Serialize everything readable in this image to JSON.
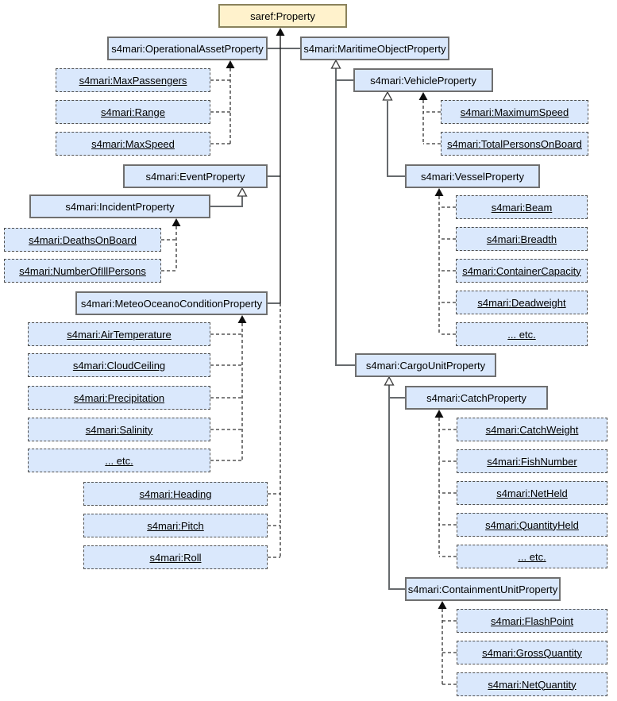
{
  "diagram": {
    "root_label": "saref:Property",
    "colors": {
      "class_fill": "#dae8fc",
      "class_border": "#6f6f6f",
      "root_fill": "#fff2cc",
      "root_border": "#8a825c",
      "instance_border": "#4f4f4f",
      "subclass_edge": "#666a6d",
      "instance_edge": "#333333"
    },
    "nodes": [
      {
        "id": "saref_Property",
        "label": "saref:Property",
        "kind": "root"
      },
      {
        "id": "OperationalAssetProperty",
        "label": "s4mari:OperationalAssetProperty",
        "kind": "cls"
      },
      {
        "id": "MaxPassengers",
        "label": "s4mari:MaxPassengers",
        "kind": "inst"
      },
      {
        "id": "Range",
        "label": "s4mari:Range",
        "kind": "inst"
      },
      {
        "id": "MaxSpeed",
        "label": "s4mari:MaxSpeed",
        "kind": "inst"
      },
      {
        "id": "EventProperty",
        "label": "s4mari:EventProperty",
        "kind": "cls"
      },
      {
        "id": "IncidentProperty",
        "label": "s4mari:IncidentProperty",
        "kind": "cls"
      },
      {
        "id": "DeathsOnBoard",
        "label": "s4mari:DeathsOnBoard",
        "kind": "inst"
      },
      {
        "id": "NumberOfIllPersons",
        "label": "s4mari:NumberOfIllPersons",
        "kind": "inst"
      },
      {
        "id": "MeteoOceanoConditionProperty",
        "label": "s4mari:MeteoOceanoConditionProperty",
        "kind": "cls"
      },
      {
        "id": "AirTemperature",
        "label": "s4mari:AirTemperature",
        "kind": "inst"
      },
      {
        "id": "CloudCeiling",
        "label": "s4mari:CloudCeiling",
        "kind": "inst"
      },
      {
        "id": "Precipitation",
        "label": "s4mari:Precipitation",
        "kind": "inst"
      },
      {
        "id": "Salinity",
        "label": "s4mari:Salinity",
        "kind": "inst"
      },
      {
        "id": "etc_meteo",
        "label": "... etc.",
        "kind": "inst"
      },
      {
        "id": "Heading",
        "label": "s4mari:Heading",
        "kind": "inst"
      },
      {
        "id": "Pitch",
        "label": "s4mari:Pitch",
        "kind": "inst"
      },
      {
        "id": "Roll",
        "label": "s4mari:Roll",
        "kind": "inst"
      },
      {
        "id": "MaritimeObjectProperty",
        "label": "s4mari:MaritimeObjectProperty",
        "kind": "cls"
      },
      {
        "id": "VehicleProperty",
        "label": "s4mari:VehicleProperty",
        "kind": "cls"
      },
      {
        "id": "MaximumSpeed",
        "label": "s4mari:MaximumSpeed",
        "kind": "inst"
      },
      {
        "id": "TotalPersonsOnBoard",
        "label": "s4mari:TotalPersonsOnBoard",
        "kind": "inst"
      },
      {
        "id": "VesselProperty",
        "label": "s4mari:VesselProperty",
        "kind": "cls"
      },
      {
        "id": "Beam",
        "label": "s4mari:Beam",
        "kind": "inst"
      },
      {
        "id": "Breadth",
        "label": "s4mari:Breadth",
        "kind": "inst"
      },
      {
        "id": "ContainerCapacity",
        "label": "s4mari:ContainerCapacity",
        "kind": "inst"
      },
      {
        "id": "Deadweight",
        "label": "s4mari:Deadweight",
        "kind": "inst"
      },
      {
        "id": "etc_vessel",
        "label": "... etc.",
        "kind": "inst"
      },
      {
        "id": "CargoUnitProperty",
        "label": "s4mari:CargoUnitProperty",
        "kind": "cls"
      },
      {
        "id": "CatchProperty",
        "label": "s4mari:CatchProperty",
        "kind": "cls"
      },
      {
        "id": "CatchWeight",
        "label": "s4mari:CatchWeight",
        "kind": "inst"
      },
      {
        "id": "FishNumber",
        "label": "s4mari:FishNumber",
        "kind": "inst"
      },
      {
        "id": "NetHeld",
        "label": "s4mari:NetHeld",
        "kind": "inst"
      },
      {
        "id": "QuantityHeld",
        "label": "s4mari:QuantityHeld",
        "kind": "inst"
      },
      {
        "id": "etc_catch",
        "label": "... etc.",
        "kind": "inst"
      },
      {
        "id": "ContainmentUnitProperty",
        "label": "s4mari:ContainmentUnitProperty",
        "kind": "cls"
      },
      {
        "id": "FlashPoint",
        "label": "s4mari:FlashPoint",
        "kind": "inst"
      },
      {
        "id": "GrossQuantity",
        "label": "s4mari:GrossQuantity",
        "kind": "inst"
      },
      {
        "id": "NetQuantity",
        "label": "s4mari:NetQuantity",
        "kind": "inst"
      }
    ],
    "edges": [
      {
        "from": "OperationalAssetProperty",
        "to": "saref_Property",
        "line": "solid",
        "arrow": "filled"
      },
      {
        "from": "MaritimeObjectProperty",
        "to": "saref_Property",
        "line": "solid",
        "arrow": "filled"
      },
      {
        "from": "EventProperty",
        "to": "saref_Property",
        "line": "solid",
        "arrow": "filled"
      },
      {
        "from": "MeteoOceanoConditionProperty",
        "to": "saref_Property",
        "line": "solid",
        "arrow": "filled"
      },
      {
        "from": "IncidentProperty",
        "to": "EventProperty",
        "line": "solid",
        "arrow": "hollow"
      },
      {
        "from": "VehicleProperty",
        "to": "MaritimeObjectProperty",
        "line": "solid",
        "arrow": "hollow"
      },
      {
        "from": "CargoUnitProperty",
        "to": "MaritimeObjectProperty",
        "line": "solid",
        "arrow": "hollow"
      },
      {
        "from": "VesselProperty",
        "to": "VehicleProperty",
        "line": "solid",
        "arrow": "hollow"
      },
      {
        "from": "CatchProperty",
        "to": "CargoUnitProperty",
        "line": "solid",
        "arrow": "hollow"
      },
      {
        "from": "ContainmentUnitProperty",
        "to": "CargoUnitProperty",
        "line": "solid",
        "arrow": "hollow"
      },
      {
        "from": "MaxPassengers",
        "to": "OperationalAssetProperty",
        "line": "dashed",
        "arrow": "filled"
      },
      {
        "from": "Range",
        "to": "OperationalAssetProperty",
        "line": "dashed",
        "arrow": "filled"
      },
      {
        "from": "MaxSpeed",
        "to": "OperationalAssetProperty",
        "line": "dashed",
        "arrow": "filled"
      },
      {
        "from": "DeathsOnBoard",
        "to": "IncidentProperty",
        "line": "dashed",
        "arrow": "filled"
      },
      {
        "from": "NumberOfIllPersons",
        "to": "IncidentProperty",
        "line": "dashed",
        "arrow": "filled"
      },
      {
        "from": "AirTemperature",
        "to": "MeteoOceanoConditionProperty",
        "line": "dashed",
        "arrow": "filled"
      },
      {
        "from": "CloudCeiling",
        "to": "MeteoOceanoConditionProperty",
        "line": "dashed",
        "arrow": "filled"
      },
      {
        "from": "Precipitation",
        "to": "MeteoOceanoConditionProperty",
        "line": "dashed",
        "arrow": "filled"
      },
      {
        "from": "Salinity",
        "to": "MeteoOceanoConditionProperty",
        "line": "dashed",
        "arrow": "filled"
      },
      {
        "from": "etc_meteo",
        "to": "MeteoOceanoConditionProperty",
        "line": "dashed",
        "arrow": "filled"
      },
      {
        "from": "Heading",
        "to": "MeteoOceanoConditionProperty",
        "line": "dashed",
        "arrow": "none"
      },
      {
        "from": "Pitch",
        "to": "MeteoOceanoConditionProperty",
        "line": "dashed",
        "arrow": "none"
      },
      {
        "from": "Roll",
        "to": "MeteoOceanoConditionProperty",
        "line": "dashed",
        "arrow": "none"
      },
      {
        "from": "MaximumSpeed",
        "to": "VehicleProperty",
        "line": "dashed",
        "arrow": "filled"
      },
      {
        "from": "TotalPersonsOnBoard",
        "to": "VehicleProperty",
        "line": "dashed",
        "arrow": "filled"
      },
      {
        "from": "Beam",
        "to": "VesselProperty",
        "line": "dashed",
        "arrow": "filled"
      },
      {
        "from": "Breadth",
        "to": "VesselProperty",
        "line": "dashed",
        "arrow": "filled"
      },
      {
        "from": "ContainerCapacity",
        "to": "VesselProperty",
        "line": "dashed",
        "arrow": "filled"
      },
      {
        "from": "Deadweight",
        "to": "VesselProperty",
        "line": "dashed",
        "arrow": "filled"
      },
      {
        "from": "etc_vessel",
        "to": "VesselProperty",
        "line": "dashed",
        "arrow": "filled"
      },
      {
        "from": "CatchWeight",
        "to": "CatchProperty",
        "line": "dashed",
        "arrow": "filled"
      },
      {
        "from": "FishNumber",
        "to": "CatchProperty",
        "line": "dashed",
        "arrow": "filled"
      },
      {
        "from": "NetHeld",
        "to": "CatchProperty",
        "line": "dashed",
        "arrow": "filled"
      },
      {
        "from": "QuantityHeld",
        "to": "CatchProperty",
        "line": "dashed",
        "arrow": "filled"
      },
      {
        "from": "etc_catch",
        "to": "CatchProperty",
        "line": "dashed",
        "arrow": "filled"
      },
      {
        "from": "FlashPoint",
        "to": "ContainmentUnitProperty",
        "line": "dashed",
        "arrow": "filled"
      },
      {
        "from": "GrossQuantity",
        "to": "ContainmentUnitProperty",
        "line": "dashed",
        "arrow": "filled"
      },
      {
        "from": "NetQuantity",
        "to": "ContainmentUnitProperty",
        "line": "dashed",
        "arrow": "filled"
      }
    ]
  }
}
